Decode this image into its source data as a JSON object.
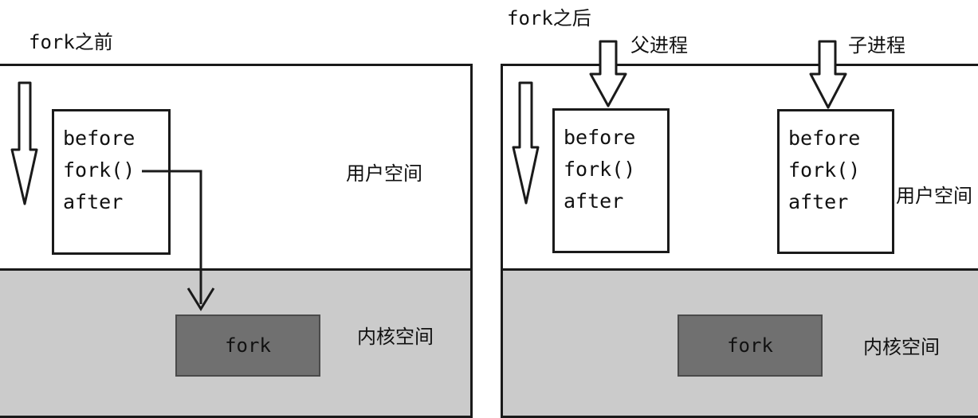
{
  "left": {
    "title": "fork之前",
    "code": [
      "before",
      "fork()",
      "after"
    ],
    "user_space": "用户空间",
    "kernel_space": "内核空间",
    "kernel_fork": "fork"
  },
  "right": {
    "title": "fork之后",
    "parent_label": "父进程",
    "child_label": "子进程",
    "parent_code": [
      "before",
      "fork()",
      "after"
    ],
    "child_code": [
      "before",
      "fork()",
      "after"
    ],
    "user_space": "用户空间",
    "kernel_space": "内核空间",
    "kernel_fork": "fork"
  }
}
